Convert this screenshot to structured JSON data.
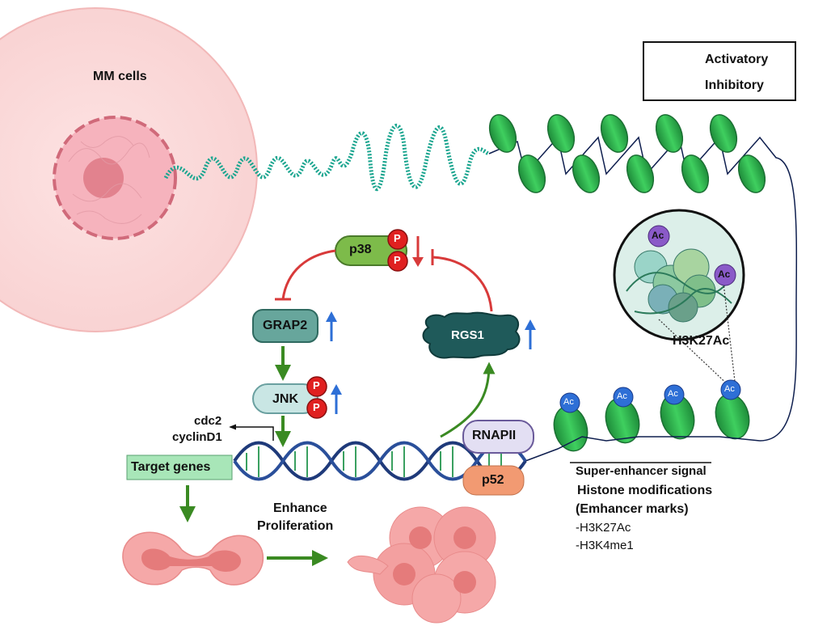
{
  "legend": {
    "activatory": "Activatory",
    "inhibitory": "Inhibitory",
    "activatory_color": "#3a8a22",
    "inhibitory_color": "#d83a3a"
  },
  "labels": {
    "mm_cells": "MM cells",
    "p38": "p38",
    "grap2": "GRAP2",
    "jnk": "JNK",
    "rgs1": "RGS1",
    "rnapii": "RNAPII",
    "p52": "p52",
    "phospho": "P",
    "acetyl": "Ac",
    "h3k27ac": "H3K27Ac",
    "cdc2": "cdc2",
    "cyclind1": "cyclinD1",
    "target_genes": "Target genes",
    "enhance": "Enhance",
    "proliferation": "Proliferation",
    "se_signal": "Super-enhancer signal",
    "histone_mod": "Histone modifications",
    "enhancer_marks": "(Emhancer marks)",
    "mark1": "-H3K27Ac",
    "mark2": "-H3K4me1"
  },
  "colors": {
    "up_arrow": "#2e6fd6",
    "down_arrow": "#d83a3a",
    "nucleosome": "#2fb14f",
    "chromatin": "#1a9c8a",
    "dna": "#1f3a7a",
    "cell": "#f5a8a8"
  }
}
